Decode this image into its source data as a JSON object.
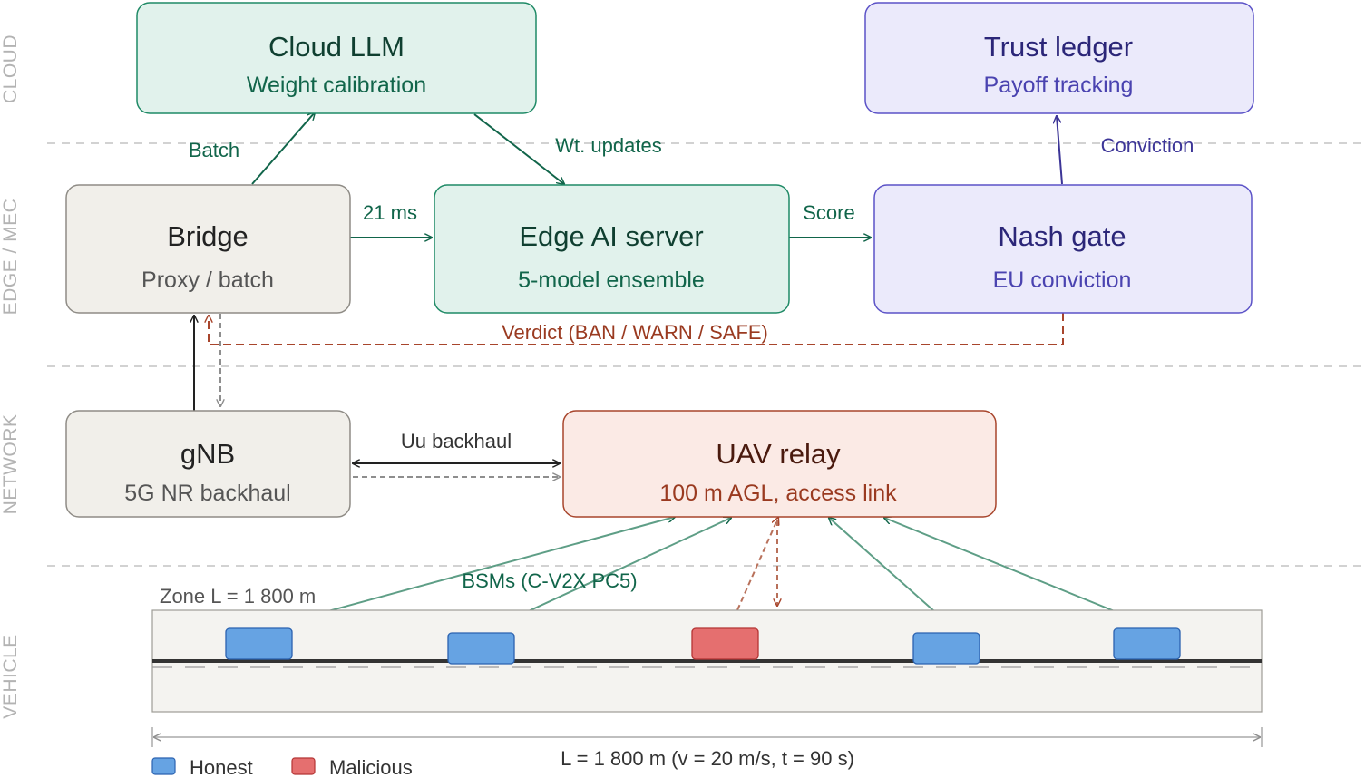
{
  "tiers": {
    "cloud": "CLOUD",
    "edge": "EDGE / MEC",
    "network": "NETWORK",
    "vehicle": "VEHICLE"
  },
  "nodes": {
    "cloud_llm": {
      "title": "Cloud LLM",
      "subtitle": "Weight calibration"
    },
    "trust_ledger": {
      "title": "Trust ledger",
      "subtitle": "Payoff tracking"
    },
    "bridge": {
      "title": "Bridge",
      "subtitle": "Proxy / batch"
    },
    "edge_ai": {
      "title": "Edge AI server",
      "subtitle": "5-model ensemble"
    },
    "nash_gate": {
      "title": "Nash gate",
      "subtitle": "EU conviction"
    },
    "gnb": {
      "title": "gNB",
      "subtitle": "5G NR backhaul"
    },
    "uav": {
      "title": "UAV relay",
      "subtitle": "100 m AGL, access link"
    }
  },
  "edges": {
    "batch": "Batch",
    "wt_updates": "Wt. updates",
    "latency": "21 ms",
    "score": "Score",
    "conviction": "Conviction",
    "verdict": "Verdict (BAN / WARN / SAFE)",
    "uu_backhaul": "Uu backhaul",
    "bsms": "BSMs (C-V2X PC5)"
  },
  "road": {
    "zone_label": "Zone L = 1 800 m",
    "length_label": "L = 1 800 m (v = 20 m/s, t = 90 s)",
    "vehicles": [
      "honest",
      "honest",
      "malicious",
      "honest",
      "honest"
    ]
  },
  "legend": {
    "honest": "Honest",
    "malicious": "Malicious"
  },
  "colors": {
    "honest_fill": "#66a3e3",
    "honest_stroke": "#2b62b0",
    "malicious_fill": "#e56f6f",
    "malicious_stroke": "#b53434",
    "green_fill": "#e1f2ec",
    "green_stroke": "#1f8a66",
    "green_text": "#11654a",
    "purple_fill": "#ebeafb",
    "purple_stroke": "#5b52c7",
    "purple_text": "#3c3597",
    "gray_fill": "#f1efea",
    "gray_stroke": "#8f8c86",
    "red_fill": "#fbeae5",
    "red_stroke": "#a8452c",
    "red_text": "#9a3a20"
  }
}
